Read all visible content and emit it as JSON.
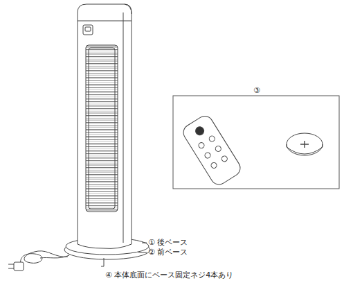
{
  "diagram": {
    "labels": [
      "③",
      "① 後ベース",
      "② 前ベース",
      "④ 本体底面にベース固定ネジ4本あり"
    ]
  }
}
